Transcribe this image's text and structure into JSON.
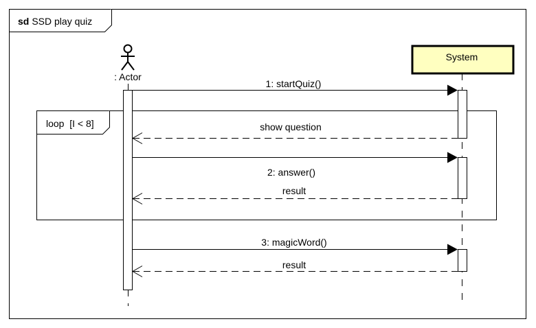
{
  "frame": {
    "keyword": "sd",
    "name": "SSD play quiz"
  },
  "actor": {
    "label": ": Actor"
  },
  "system": {
    "label": "System",
    "fill": "#ffffc0"
  },
  "loop": {
    "label": "loop  [I < 8]"
  },
  "messages": [
    {
      "label": "1: startQuiz()",
      "kind": "sync"
    },
    {
      "label": "show question",
      "kind": "return"
    },
    {
      "label": "",
      "kind": "sync"
    },
    {
      "label": "2: answer()",
      "kind": "note"
    },
    {
      "label": "result",
      "kind": "return"
    },
    {
      "label": "3: magicWord()",
      "kind": "sync"
    },
    {
      "label": "result",
      "kind": "return"
    }
  ]
}
